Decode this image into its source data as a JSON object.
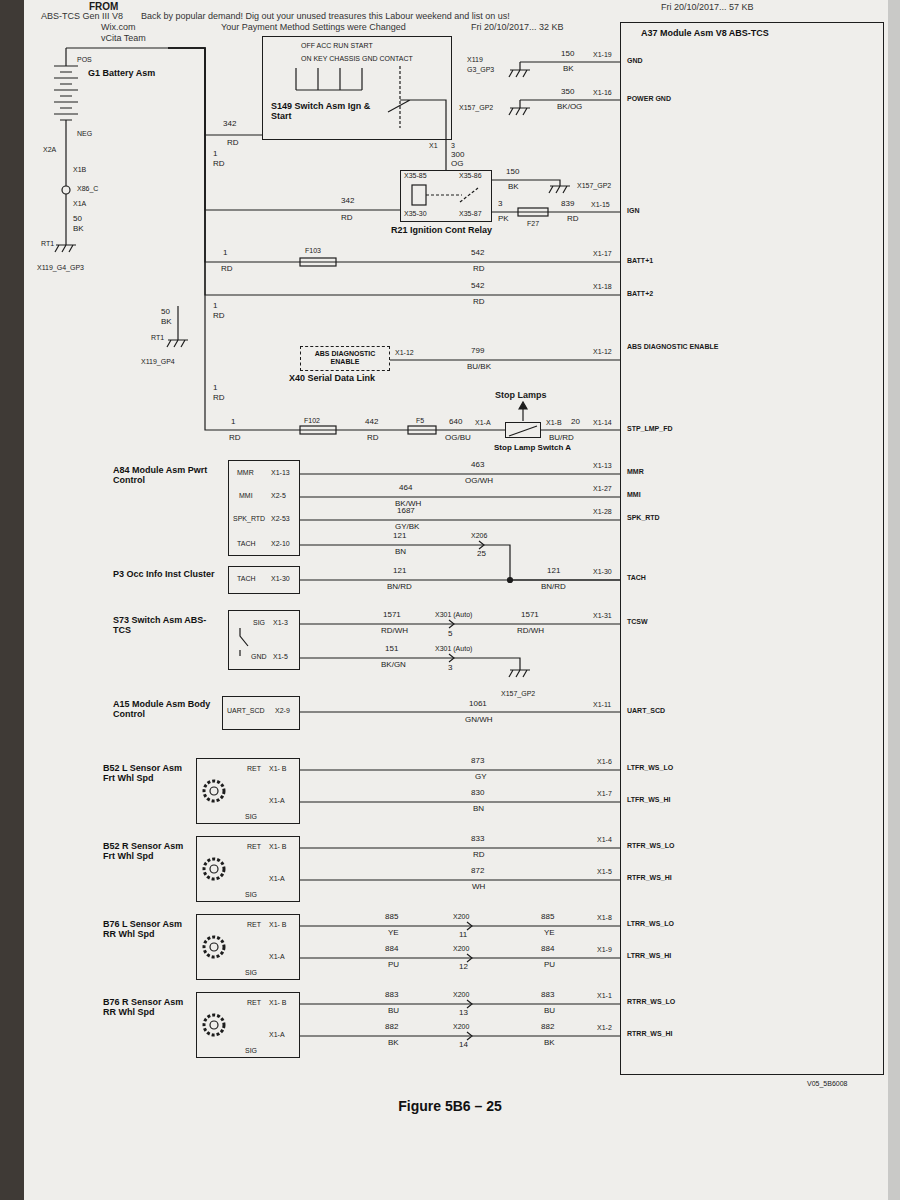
{
  "diagram": {
    "caption": "Figure 5B6 – 25",
    "nodes": [
      {
        "text": [
          "G1 Battery Asm"
        ]
      },
      {
        "text": [
          "S149 Switch Asm Ign & Start"
        ]
      },
      {
        "text": [
          "R21 Ignition Cont Relay"
        ]
      },
      {
        "text": [
          "ABS DIAGNOSTIC ENABLE",
          "X40 Serial Data Link"
        ]
      },
      {
        "text": [
          "Stop Lamp Switch A"
        ]
      },
      {
        "text": [
          "A84 Module Asm Pwrt Control"
        ]
      },
      {
        "text": [
          "P3 Occ Info Inst Cluster"
        ]
      },
      {
        "text": [
          "S73 Switch Asm ABS-TCS"
        ]
      },
      {
        "text": [
          "A15 Module Asm Body Control"
        ]
      },
      {
        "text": [
          "B52 L Sensor Asm Frt Whl Spd"
        ]
      },
      {
        "text": [
          "B52 R Sensor Asm Frt Whl Spd"
        ]
      },
      {
        "text": [
          "B76 L Sensor Asm RR Whl Spd"
        ]
      },
      {
        "text": [
          "B76 R Sensor Asm RR Whl Spd"
        ]
      },
      {
        "text": [
          "A37 Module Asm V8 ABS-TCS"
        ]
      }
    ],
    "edges": [
      {
        "from": 0,
        "to": 1,
        "arrow": "none"
      },
      {
        "from": 1,
        "to": 2,
        "arrow": "none"
      },
      {
        "from": 0,
        "to": 2,
        "arrow": "none"
      },
      {
        "from": 2,
        "to": 13,
        "arrow": "none"
      },
      {
        "from": 0,
        "to": 13,
        "arrow": "none"
      },
      {
        "from": 0,
        "to": 13,
        "arrow": "none"
      },
      {
        "from": 3,
        "to": 13,
        "arrow": "none"
      },
      {
        "from": 0,
        "to": 4,
        "arrow": "none"
      },
      {
        "from": 4,
        "to": 13,
        "arrow": "none"
      },
      {
        "from": 5,
        "to": 13,
        "arrow": "none"
      },
      {
        "from": 5,
        "to": 13,
        "arrow": "none"
      },
      {
        "from": 5,
        "to": 13,
        "arrow": "none"
      },
      {
        "from": 5,
        "to": 13,
        "arrow": "none"
      },
      {
        "from": 6,
        "to": 13,
        "arrow": "none"
      },
      {
        "from": 7,
        "to": 13,
        "arrow": "none"
      },
      {
        "from": 8,
        "to": 13,
        "arrow": "none"
      },
      {
        "from": 9,
        "to": 13,
        "arrow": "none"
      },
      {
        "from": 9,
        "to": 13,
        "arrow": "none"
      },
      {
        "from": 10,
        "to": 13,
        "arrow": "none"
      },
      {
        "from": 10,
        "to": 13,
        "arrow": "none"
      },
      {
        "from": 11,
        "to": 13,
        "arrow": "none"
      },
      {
        "from": 11,
        "to": 13,
        "arrow": "none"
      },
      {
        "from": 12,
        "to": 13,
        "arrow": "none"
      },
      {
        "from": 12,
        "to": 13,
        "arrow": "none"
      }
    ],
    "labels": [
      "FROM",
      "ABS-TCS Gen III V8",
      "Back by popular demand! Dig out your unused treasures this Labour weekend and list on us!",
      "Fri 20/10/2017... 57 KB",
      "Wix.com",
      "Your Payment Method Settings were Changed",
      "Fri 20/10/2017... 32 KB",
      "vCita Team",
      "POS",
      "NEG",
      "X2A",
      "X1B",
      "X86_C",
      "X1A",
      "50",
      "BK",
      "RT1",
      "X119_G4_GP3",
      "1",
      "RD",
      "342",
      "RD",
      "OFF ACC RUN START",
      "ON KEY CHASSIS GND CONTACT",
      "X1",
      "3",
      "300",
      "OG",
      "X35-85",
      "X35-86",
      "X35-30",
      "X35-87",
      "342",
      "RD",
      "150",
      "BK",
      "X157_GP2",
      "3",
      "PK",
      "F27",
      "839",
      "X1-15",
      "RD",
      "IGN",
      "X119",
      "G3_GP3",
      "150",
      "X1-19",
      "BK",
      "GND",
      "X157_GP2",
      "350",
      "X1-16",
      "BK/OG",
      "POWER GND",
      "1",
      "RD",
      "F103",
      "542",
      "RD",
      "X1-17",
      "BATT+1",
      "1",
      "RD",
      "542",
      "RD",
      "X1-18",
      "BATT+2",
      "50",
      "BK",
      "RT1",
      "X119_GP4",
      "X1-12",
      "799",
      "BU/BK",
      "X1-12",
      "ABS DIAGNOSTIC ENABLE",
      "1",
      "RD",
      "1",
      "RD",
      "F102",
      "442",
      "RD",
      "F5",
      "640",
      "OG/BU",
      "X1-A",
      "Stop Lamps",
      "X1-B",
      "20",
      "BU/RD",
      "X1-14",
      "STP_LMP_FD",
      "MMR",
      "X1-13",
      "463",
      "OG/WH",
      "X1-13",
      "MMR",
      "MMI",
      "X2-5",
      "464",
      "BK/WH",
      "X1-27",
      "MMI",
      "SPK_RTD",
      "X2-53",
      "1687",
      "GY/BK",
      "X1-28",
      "SPK_RTD",
      "TACH",
      "X2-10",
      "121",
      "BN",
      "X206",
      "25",
      "TACH",
      "X1-30",
      "121",
      "BN/RD",
      "121",
      "BN/RD",
      "X1-30",
      "TACH",
      "SIG",
      "X1-3",
      "1571",
      "RD/WH",
      "X301 (Auto)",
      "5",
      "1571",
      "RD/WH",
      "X1-31",
      "TCSW",
      "GND",
      "X1-5",
      "151",
      "BK/GN",
      "X301 (Auto)",
      "3",
      "X157_GP2",
      "UART_SCD",
      "X2-9",
      "1061",
      "GN/WH",
      "X1-11",
      "UART_SCD",
      "RET",
      "X1- B",
      "873",
      "GY",
      "X1-6",
      "LTFR_WS_LO",
      "X1-A",
      "830",
      "BN",
      "X1-7",
      "LTFR_WS_HI",
      "SIG",
      "RET",
      "X1- B",
      "833",
      "RD",
      "X1-4",
      "RTFR_WS_LO",
      "X1-A",
      "872",
      "WH",
      "X1-5",
      "RTFR_WS_HI",
      "SIG",
      "RET",
      "X1- B",
      "885",
      "YE",
      "X200",
      "11",
      "885",
      "YE",
      "X1-8",
      "LTRR_WS_LO",
      "X1-A",
      "884",
      "PU",
      "X200",
      "12",
      "884",
      "PU",
      "X1-9",
      "LTRR_WS_HI",
      "SIG",
      "RET",
      "X1- B",
      "883",
      "BU",
      "X200",
      "13",
      "883",
      "BU",
      "X1-1",
      "RTRR_WS_LO",
      "X1-A",
      "882",
      "BK",
      "X200",
      "14",
      "882",
      "BK",
      "X1-2",
      "RTRR_WS_HI",
      "SIG",
      "V05_5B6008"
    ]
  }
}
